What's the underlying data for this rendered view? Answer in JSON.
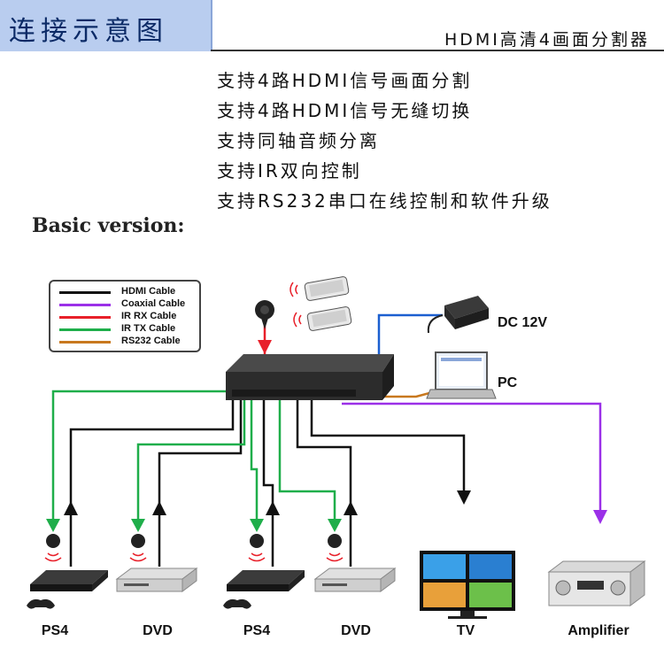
{
  "header": {
    "left_title": "连接示意图",
    "right_title": "HDMI高清4画面分割器"
  },
  "features": [
    "支持4路HDMI信号画面分割",
    "支持4路HDMI信号无缝切换",
    "支持同轴音频分离",
    "支持IR双向控制",
    "支持RS232串口在线控制和软件升级"
  ],
  "diagram": {
    "title": "Basic version:",
    "legend": [
      {
        "label": "HDMI Cable",
        "color": "#111111"
      },
      {
        "label": "Coaxial Cable",
        "color": "#9b30e8"
      },
      {
        "label": "IR RX Cable",
        "color": "#e8202a"
      },
      {
        "label": "IR TX Cable",
        "color": "#1fae4a"
      },
      {
        "label": "RS232 Cable",
        "color": "#c8781e"
      }
    ],
    "power_label": "DC 12V",
    "pc_label": "PC",
    "devices": [
      "PS4",
      "DVD",
      "PS4",
      "DVD",
      "TV",
      "Amplifier"
    ],
    "cable_colors": {
      "hdmi": "#111111",
      "coaxial": "#9b30e8",
      "ir_rx": "#e8202a",
      "ir_tx": "#1fae4a",
      "rs232": "#c8781e",
      "power": "#1b5fd0"
    }
  }
}
